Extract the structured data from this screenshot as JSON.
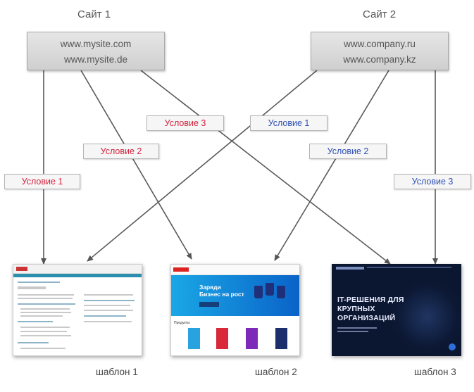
{
  "sites": [
    {
      "title": "Сайт 1",
      "domains": [
        "www.mysite.com",
        "www.mysite.de"
      ]
    },
    {
      "title": "Сайт 2",
      "domains": [
        "www.company.ru",
        "www.company.kz"
      ]
    }
  ],
  "conditions": {
    "site1": [
      "Условие 1",
      "Условие 2",
      "Условие 3"
    ],
    "site2": [
      "Условие 1",
      "Условие 2",
      "Условие 3"
    ]
  },
  "condition_colors": {
    "site1": "#d6243f",
    "site2": "#2d4fb5"
  },
  "templates": [
    {
      "label": "шаблон 1"
    },
    {
      "label": "шаблон 2",
      "banner_text": [
        "Заряди",
        "Бизнес на рост"
      ],
      "section_text": "Продукты"
    },
    {
      "label": "шаблон 3",
      "hero_text": [
        "IT-РЕШЕНИЯ ДЛЯ",
        "КРУПНЫХ",
        "ОРГАНИЗАЦИЙ"
      ]
    }
  ],
  "routes": [
    {
      "site": "Сайт 1",
      "condition": "Условие 1",
      "template": "шаблон 1"
    },
    {
      "site": "Сайт 1",
      "condition": "Условие 2",
      "template": "шаблон 2"
    },
    {
      "site": "Сайт 1",
      "condition": "Условие 3",
      "template": "шаблон 3"
    },
    {
      "site": "Сайт 2",
      "condition": "Условие 1",
      "template": "шаблон 1"
    },
    {
      "site": "Сайт 2",
      "condition": "Условие 2",
      "template": "шаблон 2"
    },
    {
      "site": "Сайт 2",
      "condition": "Условие 3",
      "template": "шаблон 3"
    }
  ]
}
